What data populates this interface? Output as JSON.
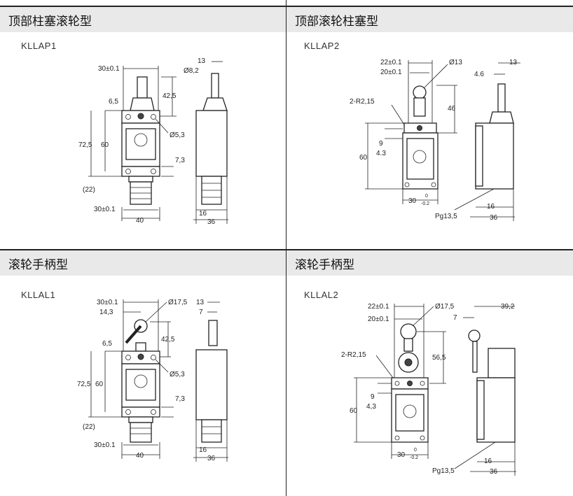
{
  "panels": [
    {
      "title": "顶部柱塞滚轮型",
      "model": "KLLAP1",
      "dims": {
        "w30": "30±0.1",
        "d13": "13",
        "d8": "Ø8,2",
        "d65": "6,5",
        "d425": "42,5",
        "d53": "Ø5,3",
        "d725": "72,5",
        "d60": "60",
        "d73": "7,3",
        "d22": "(22)",
        "w30b": "30±0.1",
        "d40": "40",
        "d16": "16",
        "d36": "36"
      }
    },
    {
      "title": "顶部滚轮柱塞型",
      "model": "KLLAP2",
      "dims": {
        "d22": "22±0.1",
        "d20": "20±0.1",
        "d13r": "Ø13",
        "d13": "13",
        "d46w": "4.6",
        "r215": "2-R2,15",
        "d46": "46",
        "d9": "9",
        "d43": "4.3",
        "d60": "60",
        "d30": "30",
        "tol": "0",
        "tolb": "-0.2",
        "pg": "Pg13,5",
        "d16": "16",
        "d36": "36"
      }
    },
    {
      "title": "滚轮手柄型",
      "model": "KLLAL1",
      "dims": {
        "w30": "30±0.1",
        "d143": "14,3",
        "d175": "Ø17,5",
        "d13": "13",
        "d7": "7",
        "d65": "6,5",
        "d425": "42,5",
        "d53": "Ø5,3",
        "d725": "72,5",
        "d60": "60",
        "d73": "7,3",
        "d22": "(22)",
        "w30b": "30±0.1",
        "d40": "40",
        "d16": "16",
        "d36": "36"
      }
    },
    {
      "title": "滚轮手柄型",
      "model": "KLLAL2",
      "dims": {
        "d22": "22±0.1",
        "d20": "20±0.1",
        "d175": "Ø17,5",
        "d392": "39,2",
        "d7": "7",
        "r215": "2-R2,15",
        "d565": "56,5",
        "d9": "9",
        "d43": "4,3",
        "d60": "60",
        "d30": "30",
        "tol": "0",
        "tolb": "-0.2",
        "pg": "Pg13,5",
        "d16": "16",
        "d36": "36"
      }
    }
  ]
}
